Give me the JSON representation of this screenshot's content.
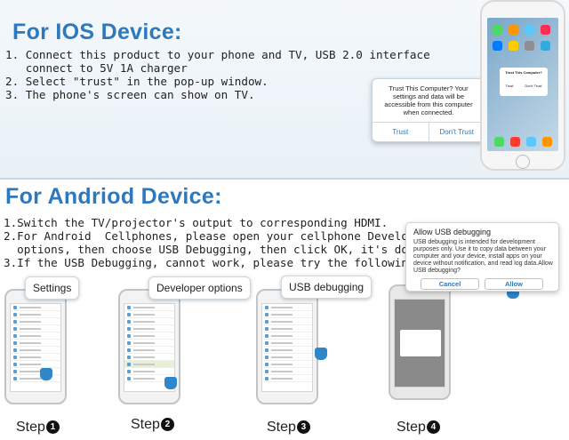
{
  "ios": {
    "heading": "For IOS Device:",
    "steps": [
      "1. Connect this product to your phone and TV, USB 2.0 interface",
      "   connect to 5V 1A charger",
      "2. Select \"trust\" in the pop-up window.",
      "3. The phone's screen can show on TV."
    ],
    "popup": {
      "message": "Trust This Computer? Your settings and data will be accessible from this computer when connected.",
      "trust": "Trust",
      "dont_trust": "Don't Trust"
    },
    "mini_popup": {
      "title": "Trust This Computer?",
      "trust": "Trust",
      "dont_trust": "Don't Trust"
    }
  },
  "android": {
    "heading": "For Andriod Device:",
    "steps": [
      "1.Switch the TV/projector's output to corresponding HDMI.",
      "2.For Android  Cellphones, please open your cellphone Developer",
      "  options, then choose USB Debugging, then click OK, it's done.",
      "3.If the USB Debugging, cannot work, please try the following step."
    ],
    "callouts": [
      "Settings",
      "Developer options",
      "USB debugging"
    ],
    "dialog": {
      "title": "Allow USB debugging",
      "message": "USB debugging is intended for development purposes only. Use it to copy data between your computer and your device, install apps on your device without notification, and read log data.Allow USB debugging?",
      "cancel": "Cancel",
      "allow": "Allow"
    },
    "step_labels": [
      {
        "text": "Step",
        "num": "1"
      },
      {
        "text": "Step",
        "num": "2"
      },
      {
        "text": "Step",
        "num": "3"
      },
      {
        "text": "Step",
        "num": "4"
      }
    ]
  },
  "colors": {
    "heading": "#2e78bd",
    "accent": "#2f86c9"
  }
}
